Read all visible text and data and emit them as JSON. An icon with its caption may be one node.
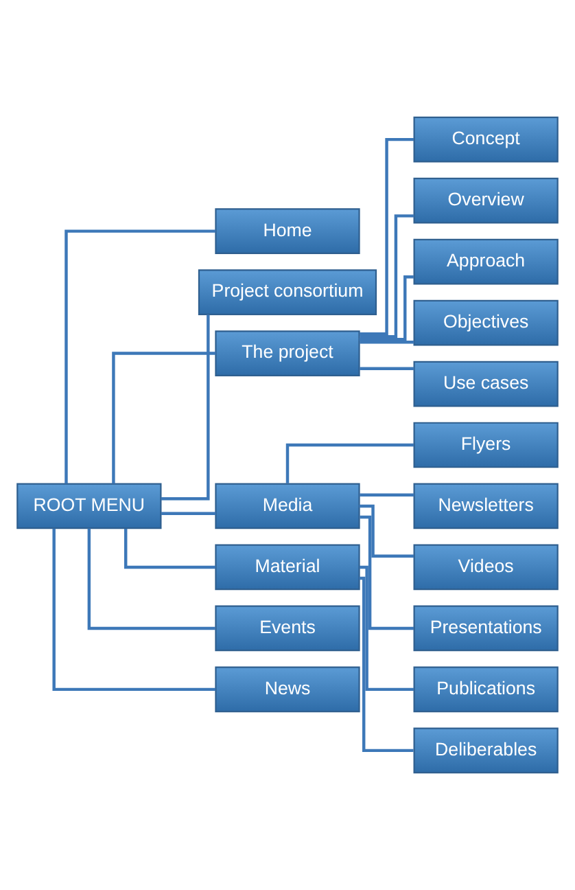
{
  "diagram": {
    "nodes": [
      {
        "text": [
          "ROOT MENU"
        ]
      },
      {
        "text": [
          "Home"
        ]
      },
      {
        "text": [
          "Project consortium"
        ]
      },
      {
        "text": [
          "The project"
        ]
      },
      {
        "text": [
          "Media"
        ]
      },
      {
        "text": [
          "Material"
        ]
      },
      {
        "text": [
          "Events"
        ]
      },
      {
        "text": [
          "News"
        ]
      },
      {
        "text": [
          "Concept"
        ]
      },
      {
        "text": [
          "Overview"
        ]
      },
      {
        "text": [
          "Approach"
        ]
      },
      {
        "text": [
          "Objectives"
        ]
      },
      {
        "text": [
          "Use cases"
        ]
      },
      {
        "text": [
          "Flyers"
        ]
      },
      {
        "text": [
          "Newsletters"
        ]
      },
      {
        "text": [
          "Videos"
        ]
      },
      {
        "text": [
          "Presentations"
        ]
      },
      {
        "text": [
          "Publications"
        ]
      },
      {
        "text": [
          "Deliberables"
        ]
      }
    ],
    "edges": [
      {
        "from": 0,
        "to": 1,
        "arrow": "none"
      },
      {
        "from": 0,
        "to": 2,
        "arrow": "none"
      },
      {
        "from": 0,
        "to": 3,
        "arrow": "none"
      },
      {
        "from": 0,
        "to": 4,
        "arrow": "none"
      },
      {
        "from": 0,
        "to": 5,
        "arrow": "none"
      },
      {
        "from": 0,
        "to": 6,
        "arrow": "none"
      },
      {
        "from": 0,
        "to": 7,
        "arrow": "none"
      },
      {
        "from": 3,
        "to": 8,
        "arrow": "none"
      },
      {
        "from": 3,
        "to": 9,
        "arrow": "none"
      },
      {
        "from": 3,
        "to": 10,
        "arrow": "none"
      },
      {
        "from": 3,
        "to": 11,
        "arrow": "none"
      },
      {
        "from": 3,
        "to": 12,
        "arrow": "none"
      },
      {
        "from": 4,
        "to": 13,
        "arrow": "none"
      },
      {
        "from": 4,
        "to": 14,
        "arrow": "none"
      },
      {
        "from": 4,
        "to": 15,
        "arrow": "none"
      },
      {
        "from": 4,
        "to": 16,
        "arrow": "none"
      },
      {
        "from": 5,
        "to": 17,
        "arrow": "none"
      },
      {
        "from": 5,
        "to": 18,
        "arrow": "none"
      }
    ]
  }
}
